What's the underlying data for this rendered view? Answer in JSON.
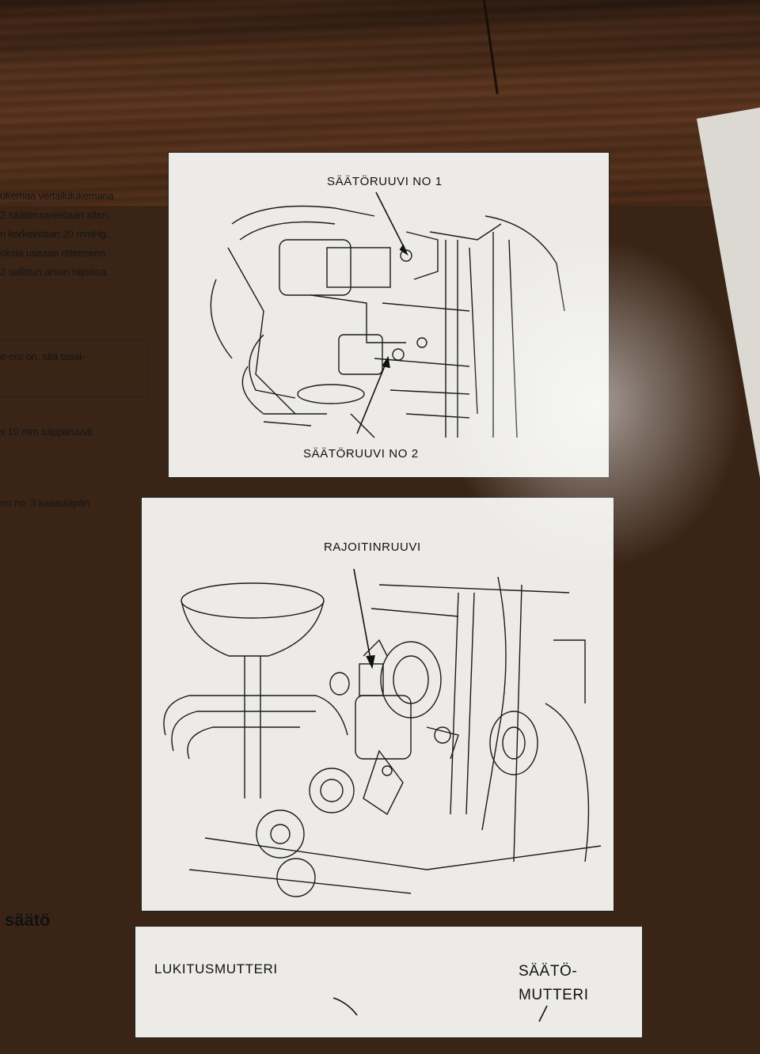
{
  "left_column": {
    "lines": [
      "ukemaa vertailulukemana",
      "2 säätöruuveistaan siten,",
      "n korkeintaan 20 mmHg.",
      "oksia useaan otteeseen",
      "2 sallittun arvon rajoissa."
    ],
    "boxed_text": "e-ero on, sitä tasai-",
    "line_tulppa": "x 10 mm tulpparuuvit",
    "line_kaasu": "en no: 3 kaasuläpän",
    "heading": "säätö"
  },
  "figure1": {
    "label_top": "SÄÄTÖRUUVI  NO 1",
    "label_bottom": "SÄÄTÖRUUVI  NO 2"
  },
  "figure2": {
    "label_top": "RAJOITINRUUVI"
  },
  "figure3": {
    "label_left": "LUKITUSMUTTERI",
    "label_right_1": "SÄÄTÖ-",
    "label_right_2": "MUTTERI"
  }
}
